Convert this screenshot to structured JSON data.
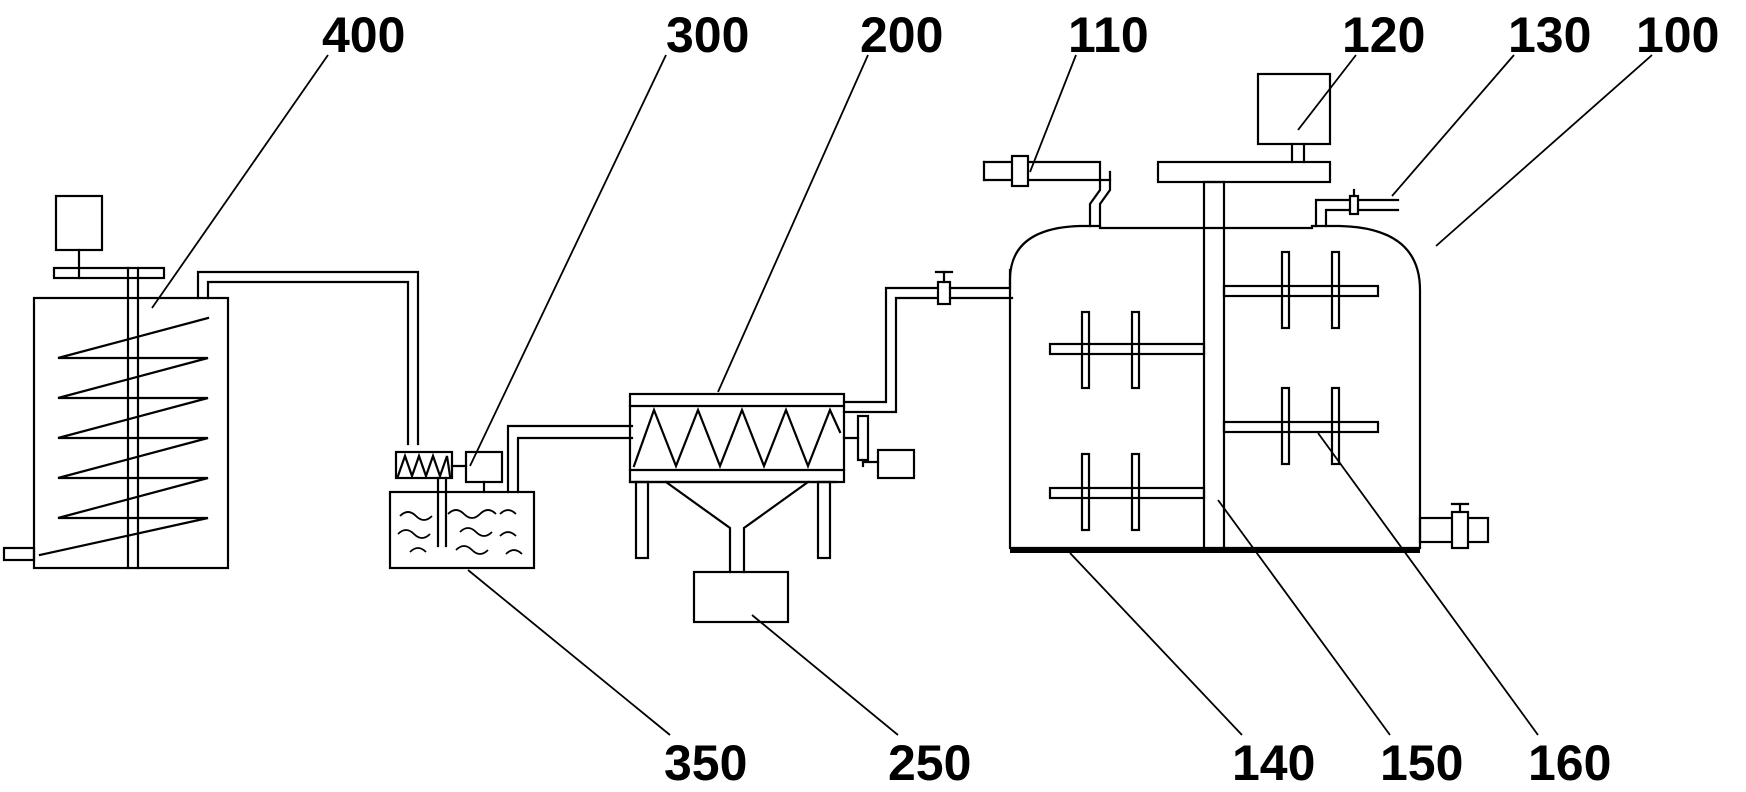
{
  "labels": {
    "l400": "400",
    "l300": "300",
    "l200": "200",
    "l110": "110",
    "l120": "120",
    "l130": "130",
    "l100": "100",
    "l350": "350",
    "l250": "250",
    "l140": "140",
    "l150": "150",
    "l160": "160"
  },
  "colors": {
    "line": "#000000",
    "background": "#ffffff"
  }
}
